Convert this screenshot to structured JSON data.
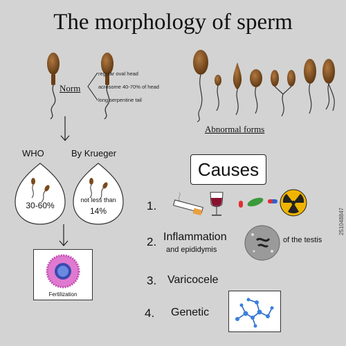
{
  "title": "The morphology of sperm",
  "norm": {
    "label": "Norm",
    "criteria": [
      "regular oval head",
      "acrosome 40-70% of head",
      "long serpentine tail"
    ]
  },
  "abnormal_label": "Abnormal forms",
  "who": {
    "label": "WHO",
    "value": "30-60%"
  },
  "krueger": {
    "label": "By Krueger",
    "value_line1": "not less than",
    "value_line2": "14%"
  },
  "fertilization_label": "Fertilization",
  "causes": {
    "title": "Causes",
    "items": [
      {
        "num": "1.",
        "icons": [
          "cigarette-icon",
          "wine-glass-icon",
          "pills-icon",
          "radiation-icon"
        ]
      },
      {
        "num": "2.",
        "text": "Inflammation",
        "sub": "and epididymis",
        "suffix": "of the testis"
      },
      {
        "num": "3.",
        "text": "Varicocele"
      },
      {
        "num": "4.",
        "text": "Genetic"
      }
    ]
  },
  "watermark": "251048847",
  "colors": {
    "sperm": "#7a4a1e",
    "background": "#d3d3d3",
    "radiation": "#f0b400"
  }
}
